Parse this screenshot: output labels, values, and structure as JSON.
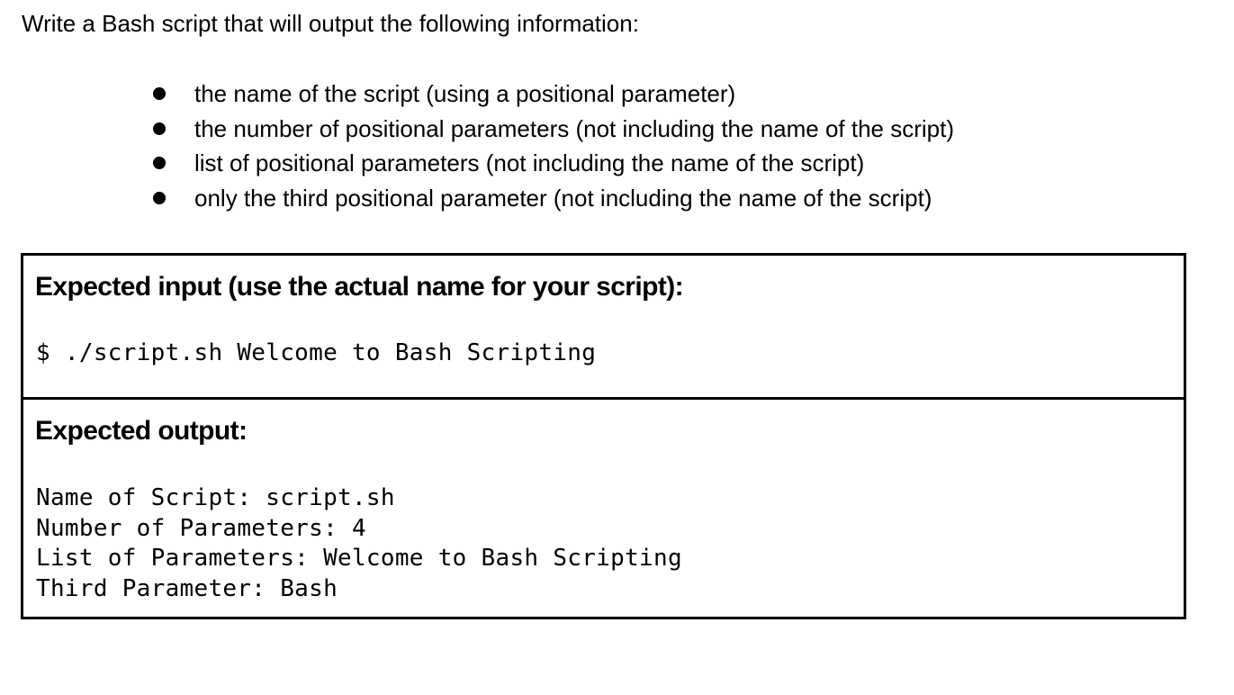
{
  "intro": "Write a Bash script that will output the following information:",
  "requirements": [
    "the name of the script (using a positional parameter)",
    "the number of positional parameters (not including the name of the script)",
    "list of positional parameters (not including the name of the script)",
    "only the third positional parameter (not including the name of the script)"
  ],
  "expected_input": {
    "heading": "Expected input (use the actual name for your script):",
    "command": "$ ./script.sh Welcome to Bash Scripting"
  },
  "expected_output": {
    "heading": "Expected output:",
    "lines": [
      "Name of Script: script.sh",
      "Number of Parameters: 4",
      "List of Parameters: Welcome to Bash Scripting",
      "Third Parameter: Bash"
    ]
  }
}
